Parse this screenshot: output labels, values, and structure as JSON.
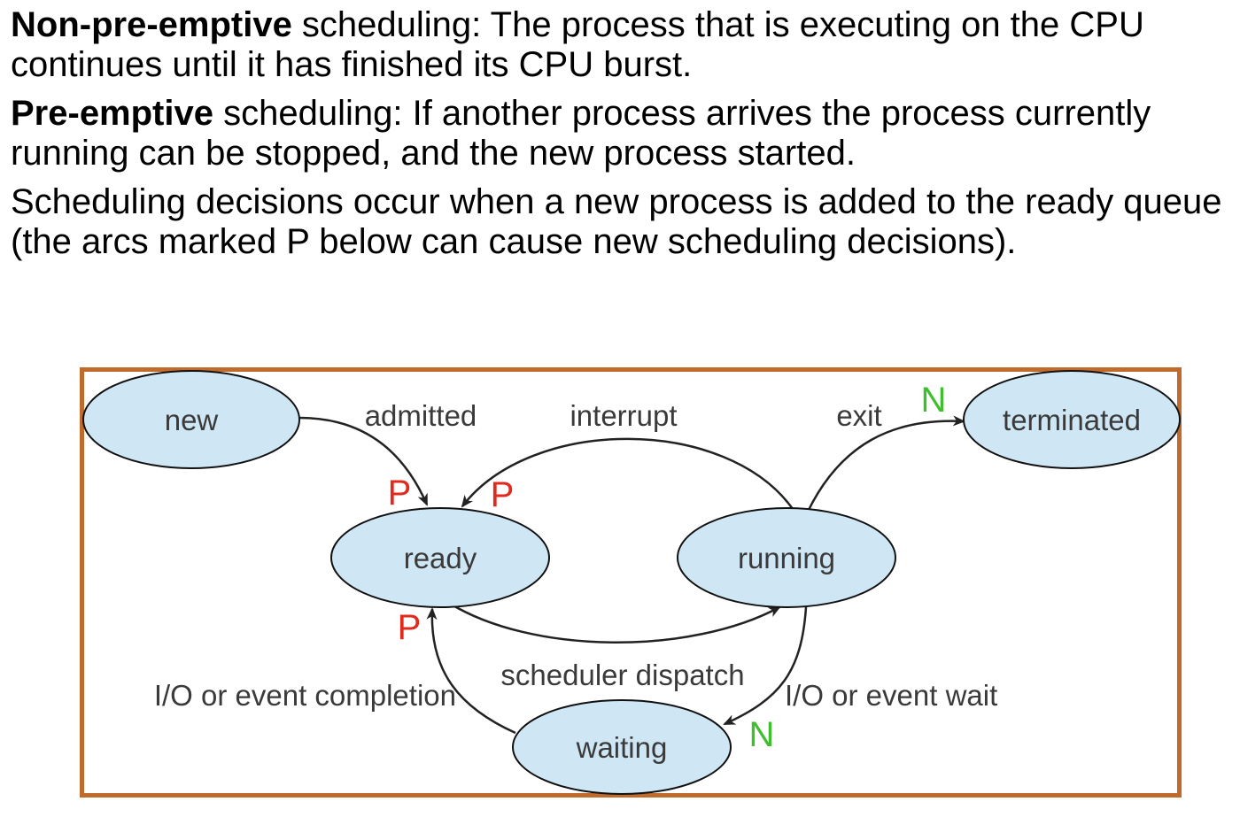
{
  "paragraphs": [
    {
      "bold": "Non-pre-emptive",
      "rest": " scheduling: The process that is executing on the CPU continues until it has finished its CPU burst."
    },
    {
      "bold": "Pre-emptive",
      "rest": " scheduling: If another process arrives the process currently running can be stopped, and the new process started."
    },
    {
      "bold": "",
      "rest": "Scheduling decisions occur when a new process is added to the ready queue (the arcs marked P below can cause new scheduling decisions)."
    }
  ],
  "diagram": {
    "states": {
      "new": "new",
      "ready": "ready",
      "running": "running",
      "waiting": "waiting",
      "terminated": "terminated"
    },
    "transitions": {
      "admitted": "admitted",
      "interrupt": "interrupt",
      "exit": "exit",
      "scheduler_dispatch": "scheduler dispatch",
      "io_wait": "I/O or event wait",
      "io_completion": "I/O or event completion"
    },
    "marks": {
      "p_admitted": "P",
      "p_interrupt": "P",
      "p_completion": "P",
      "n_exit": "N",
      "n_wait": "N"
    },
    "colors": {
      "state_fill": "#cfe6f5",
      "frame": "#c06a2b",
      "p_mark": "#e02a1e",
      "n_mark": "#3fbf2e"
    }
  }
}
